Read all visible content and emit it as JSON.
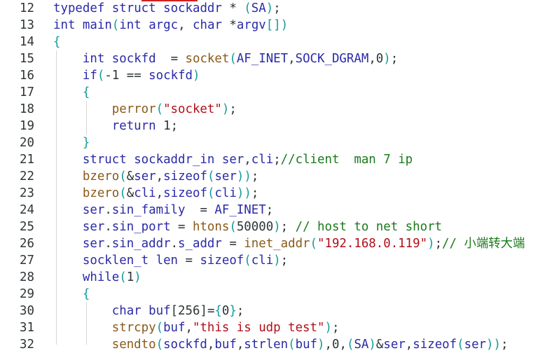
{
  "editor": {
    "colors": {
      "background": "#ffffff",
      "line_number": "#2e3436",
      "keyword": "#2a2aa8",
      "function": "#8a5a1a",
      "string": "#b0101a",
      "comment": "#1a7a1a",
      "paren": "#159a9a",
      "marker": "#d12020"
    },
    "lines": [
      {
        "n": "12",
        "tokens": [
          [
            "kw",
            "typedef"
          ],
          [
            "pl",
            " "
          ],
          [
            "kw",
            "struct"
          ],
          [
            "pl",
            " "
          ],
          [
            "id",
            "sockaddr"
          ],
          [
            "pl",
            " * "
          ],
          [
            "par",
            "("
          ],
          [
            "id",
            "SA"
          ],
          [
            "par",
            ")"
          ],
          [
            "pl",
            ";"
          ]
        ]
      },
      {
        "n": "13",
        "tokens": [
          [
            "ty",
            "int"
          ],
          [
            "pl",
            " "
          ],
          [
            "id",
            "main"
          ],
          [
            "par",
            "("
          ],
          [
            "ty",
            "int"
          ],
          [
            "pl",
            " "
          ],
          [
            "id",
            "argc"
          ],
          [
            "pl",
            ", "
          ],
          [
            "ty",
            "char"
          ],
          [
            "pl",
            " *"
          ],
          [
            "id",
            "argv"
          ],
          [
            "par",
            "[]"
          ],
          [
            "par",
            ")"
          ]
        ]
      },
      {
        "n": "14",
        "tokens": [
          [
            "par",
            "{"
          ]
        ]
      },
      {
        "n": "15",
        "tokens": [
          [
            "pl",
            "    "
          ],
          [
            "ty",
            "int"
          ],
          [
            "pl",
            " "
          ],
          [
            "id",
            "sockfd"
          ],
          [
            "pl",
            "  = "
          ],
          [
            "fn",
            "socket"
          ],
          [
            "par",
            "("
          ],
          [
            "cst",
            "AF_INET"
          ],
          [
            "pl",
            ","
          ],
          [
            "cst",
            "SOCK_DGRAM"
          ],
          [
            "pl",
            ","
          ],
          [
            "num",
            "0"
          ],
          [
            "par",
            ")"
          ],
          [
            "pl",
            ";"
          ]
        ]
      },
      {
        "n": "16",
        "tokens": [
          [
            "pl",
            "    "
          ],
          [
            "kw",
            "if"
          ],
          [
            "par",
            "("
          ],
          [
            "num",
            "-1"
          ],
          [
            "pl",
            " == "
          ],
          [
            "id",
            "sockfd"
          ],
          [
            "par",
            ")"
          ]
        ]
      },
      {
        "n": "17",
        "tokens": [
          [
            "pl",
            "    "
          ],
          [
            "par",
            "{"
          ]
        ]
      },
      {
        "n": "18",
        "tokens": [
          [
            "pl",
            "        "
          ],
          [
            "fn",
            "perror"
          ],
          [
            "par",
            "("
          ],
          [
            "str",
            "\"socket\""
          ],
          [
            "par",
            ")"
          ],
          [
            "pl",
            ";"
          ]
        ]
      },
      {
        "n": "19",
        "tokens": [
          [
            "pl",
            "        "
          ],
          [
            "kw",
            "return"
          ],
          [
            "pl",
            " "
          ],
          [
            "num",
            "1"
          ],
          [
            "pl",
            ";"
          ]
        ]
      },
      {
        "n": "20",
        "tokens": [
          [
            "pl",
            "    "
          ],
          [
            "par",
            "}"
          ]
        ]
      },
      {
        "n": "21",
        "tokens": [
          [
            "pl",
            "    "
          ],
          [
            "kw",
            "struct"
          ],
          [
            "pl",
            " "
          ],
          [
            "id",
            "sockaddr_in"
          ],
          [
            "pl",
            " "
          ],
          [
            "id",
            "ser"
          ],
          [
            "pl",
            ","
          ],
          [
            "id",
            "cli"
          ],
          [
            "pl",
            ";"
          ],
          [
            "cmt",
            "//client  man 7 ip"
          ]
        ]
      },
      {
        "n": "22",
        "tokens": [
          [
            "pl",
            "    "
          ],
          [
            "fn",
            "bzero"
          ],
          [
            "par",
            "("
          ],
          [
            "pl",
            "&"
          ],
          [
            "id",
            "ser"
          ],
          [
            "pl",
            ","
          ],
          [
            "kw",
            "sizeof"
          ],
          [
            "par",
            "("
          ],
          [
            "id",
            "ser"
          ],
          [
            "par",
            "))"
          ],
          [
            "pl",
            ";"
          ]
        ]
      },
      {
        "n": "23",
        "tokens": [
          [
            "pl",
            "    "
          ],
          [
            "fn",
            "bzero"
          ],
          [
            "par",
            "("
          ],
          [
            "pl",
            "&"
          ],
          [
            "id",
            "cli"
          ],
          [
            "pl",
            ","
          ],
          [
            "kw",
            "sizeof"
          ],
          [
            "par",
            "("
          ],
          [
            "id",
            "cli"
          ],
          [
            "par",
            "))"
          ],
          [
            "pl",
            ";"
          ]
        ]
      },
      {
        "n": "24",
        "tokens": [
          [
            "pl",
            "    "
          ],
          [
            "id",
            "ser"
          ],
          [
            "pl",
            "."
          ],
          [
            "id",
            "sin_family"
          ],
          [
            "pl",
            "  = "
          ],
          [
            "cst",
            "AF_INET"
          ],
          [
            "pl",
            ";"
          ]
        ]
      },
      {
        "n": "25",
        "tokens": [
          [
            "pl",
            "    "
          ],
          [
            "id",
            "ser"
          ],
          [
            "pl",
            "."
          ],
          [
            "id",
            "sin_port"
          ],
          [
            "pl",
            " = "
          ],
          [
            "fn",
            "htons"
          ],
          [
            "par",
            "("
          ],
          [
            "num",
            "50000"
          ],
          [
            "par",
            ")"
          ],
          [
            "pl",
            "; "
          ],
          [
            "cmt",
            "// host to net short"
          ]
        ]
      },
      {
        "n": "26",
        "tokens": [
          [
            "pl",
            "    "
          ],
          [
            "id",
            "ser"
          ],
          [
            "pl",
            "."
          ],
          [
            "id",
            "sin_addr"
          ],
          [
            "pl",
            "."
          ],
          [
            "id",
            "s_addr"
          ],
          [
            "pl",
            " = "
          ],
          [
            "fn",
            "inet_addr"
          ],
          [
            "par",
            "("
          ],
          [
            "str",
            "\"192.168.0.119\""
          ],
          [
            "par",
            ")"
          ],
          [
            "pl",
            ";"
          ],
          [
            "cmt",
            "// 小端转大端"
          ]
        ]
      },
      {
        "n": "27",
        "tokens": [
          [
            "pl",
            "    "
          ],
          [
            "id",
            "socklen_t"
          ],
          [
            "pl",
            " "
          ],
          [
            "id",
            "len"
          ],
          [
            "pl",
            " = "
          ],
          [
            "kw",
            "sizeof"
          ],
          [
            "par",
            "("
          ],
          [
            "id",
            "cli"
          ],
          [
            "par",
            ")"
          ],
          [
            "pl",
            ";"
          ]
        ]
      },
      {
        "n": "28",
        "tokens": [
          [
            "pl",
            "    "
          ],
          [
            "kw",
            "while"
          ],
          [
            "par",
            "("
          ],
          [
            "num",
            "1"
          ],
          [
            "par",
            ")"
          ]
        ]
      },
      {
        "n": "29",
        "tokens": [
          [
            "pl",
            "    "
          ],
          [
            "par",
            "{"
          ]
        ]
      },
      {
        "n": "30",
        "tokens": [
          [
            "pl",
            "        "
          ],
          [
            "ty",
            "char"
          ],
          [
            "pl",
            " "
          ],
          [
            "id",
            "buf"
          ],
          [
            "pl",
            "["
          ],
          [
            "num",
            "256"
          ],
          [
            "pl",
            "]="
          ],
          [
            "par",
            "{"
          ],
          [
            "num",
            "0"
          ],
          [
            "par",
            "}"
          ],
          [
            "pl",
            ";"
          ]
        ]
      },
      {
        "n": "31",
        "tokens": [
          [
            "pl",
            "        "
          ],
          [
            "fn",
            "strcpy"
          ],
          [
            "par",
            "("
          ],
          [
            "id",
            "buf"
          ],
          [
            "pl",
            ","
          ],
          [
            "str",
            "\"this is udp test\""
          ],
          [
            "par",
            ")"
          ],
          [
            "pl",
            ";"
          ]
        ]
      },
      {
        "n": "32",
        "tokens": [
          [
            "pl",
            "        "
          ],
          [
            "fn",
            "sendto"
          ],
          [
            "par",
            "("
          ],
          [
            "id",
            "sockfd"
          ],
          [
            "pl",
            ","
          ],
          [
            "id",
            "buf"
          ],
          [
            "pl",
            ","
          ],
          [
            "id",
            "strlen"
          ],
          [
            "par",
            "("
          ],
          [
            "id",
            "buf"
          ],
          [
            "par",
            ")"
          ],
          [
            "pl",
            ","
          ],
          [
            "num",
            "0"
          ],
          [
            "pl",
            ","
          ],
          [
            "par",
            "("
          ],
          [
            "id",
            "SA"
          ],
          [
            "par",
            ")"
          ],
          [
            "pl",
            "&"
          ],
          [
            "id",
            "ser"
          ],
          [
            "pl",
            ","
          ],
          [
            "kw",
            "sizeof"
          ],
          [
            "par",
            "("
          ],
          [
            "id",
            "ser"
          ],
          [
            "par",
            "))"
          ],
          [
            "pl",
            ";"
          ]
        ]
      }
    ]
  }
}
